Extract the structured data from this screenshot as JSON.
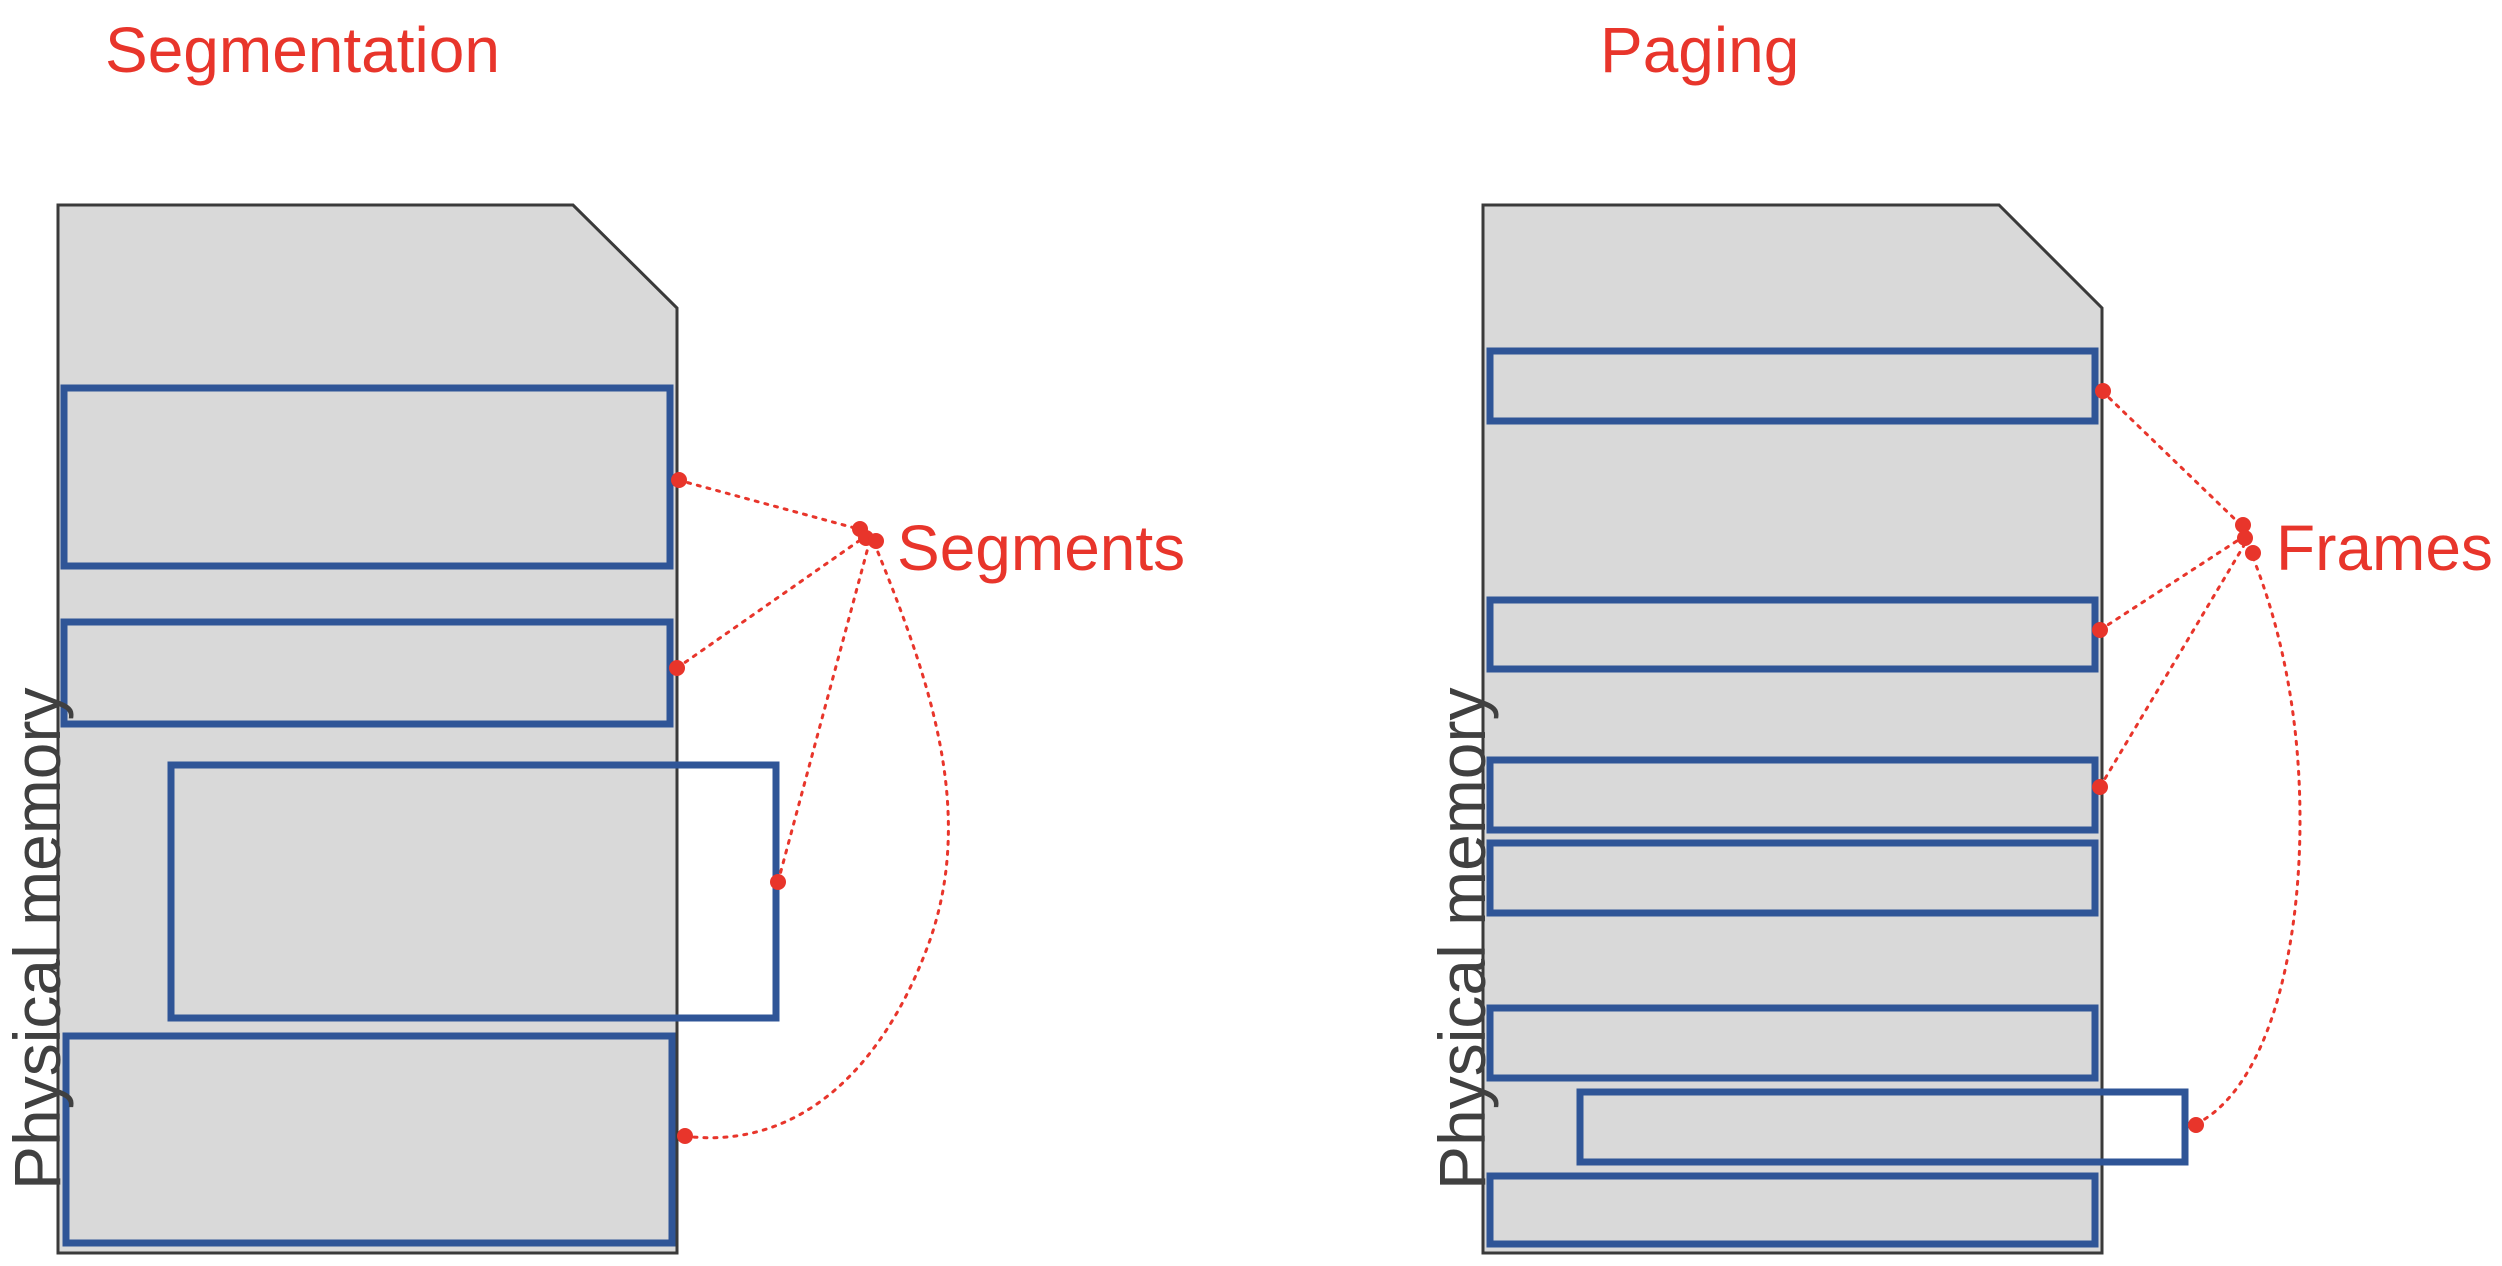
{
  "panels": {
    "segmentation": {
      "title": "Segmentation",
      "side_label": "Physical memory",
      "callout_label": "Segments"
    },
    "paging": {
      "title": "Paging",
      "side_label": "Physical memory",
      "callout_label": "Frames"
    }
  },
  "colors": {
    "title": "#e8352b",
    "callout": "#e8352b",
    "memory_fill": "#d9d9d9",
    "memory_stroke": "#3a3a3a",
    "block_stroke": "#2f5597",
    "side_label": "#404040",
    "dot": "#e8352b"
  }
}
